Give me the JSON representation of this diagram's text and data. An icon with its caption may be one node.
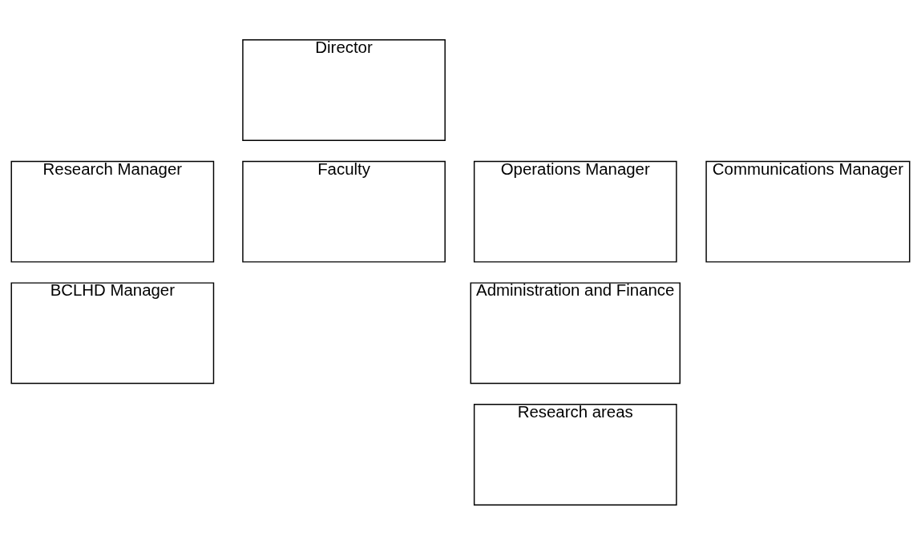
{
  "diagram": {
    "nodes": [
      {
        "text": [
          "Director"
        ]
      },
      {
        "text": [
          "Research Manager"
        ]
      },
      {
        "text": [
          "Faculty"
        ]
      },
      {
        "text": [
          "Operations Manager"
        ]
      },
      {
        "text": [
          "Communications Manager"
        ]
      },
      {
        "text": [
          "BCLHD Manager"
        ]
      },
      {
        "text": [
          "Administration and Finance"
        ]
      },
      {
        "text": [
          "Research areas"
        ]
      }
    ],
    "edges": []
  }
}
